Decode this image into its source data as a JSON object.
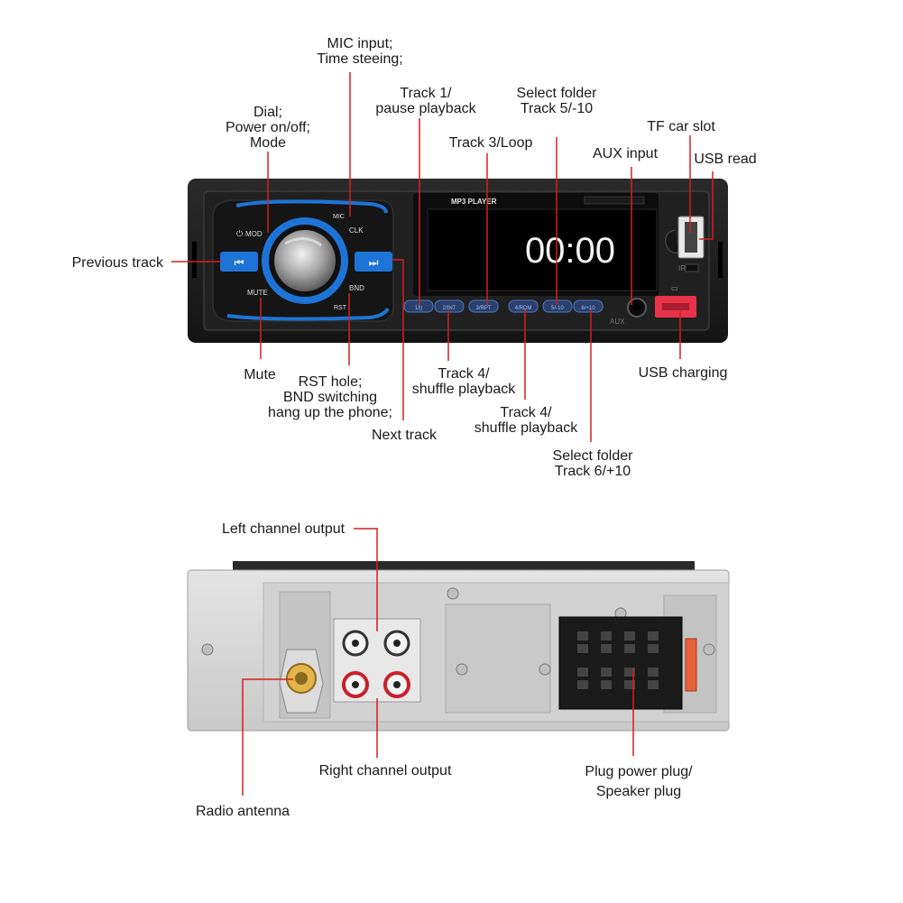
{
  "front_panel": {
    "display_title": "MP3 PLAYER",
    "clock_time": "00:00",
    "knob_labels": {
      "mic": "MIC",
      "clk": "CLK",
      "bnd": "BND",
      "rst": "RST",
      "mute": "MUTE",
      "mod": "MOD"
    },
    "preset_buttons": [
      "1/||",
      "2/INT",
      "3/RPT",
      "4/RDM",
      "5/-10",
      "6/+10"
    ],
    "aux_label": "AUX",
    "ir_label": "IR",
    "accent_color": "#1e74d6",
    "usb_charge_color": "#e8334a"
  },
  "callouts": {
    "mic_input": [
      "MIC input;",
      "Time steeing;"
    ],
    "track1": [
      "Track 1/",
      "pause playback"
    ],
    "select_folder_minus": [
      "Select folder",
      "Track 5/-10"
    ],
    "dial": [
      "Dial;",
      "Power on/off;",
      "Mode"
    ],
    "track3": [
      "Track 3/Loop"
    ],
    "tf_slot": [
      "TF car slot"
    ],
    "aux_input": [
      "AUX input"
    ],
    "usb_read": [
      "USB read"
    ],
    "previous_track": [
      "Previous track"
    ],
    "mute": [
      "Mute"
    ],
    "rst_hole": [
      "RST hole;",
      "BND switching",
      "hang up the phone;"
    ],
    "track4_a": [
      "Track 4/",
      "shuffle playback"
    ],
    "usb_charging": [
      "USB charging"
    ],
    "track4_b": [
      "Track 4/",
      "shuffle playback"
    ],
    "next_track": [
      "Next track"
    ],
    "select_folder_plus": [
      "Select folder",
      "Track 6/+10"
    ],
    "left_channel": [
      "Left channel output"
    ],
    "right_channel": [
      "Right channel output"
    ],
    "plug": [
      "Plug power plug/",
      "Speaker plug"
    ],
    "radio_antenna": [
      "Radio antenna"
    ]
  },
  "colors": {
    "leader_line": "#d3201f",
    "chassis": "#d8d8d8",
    "body": "#1d1d1d"
  }
}
